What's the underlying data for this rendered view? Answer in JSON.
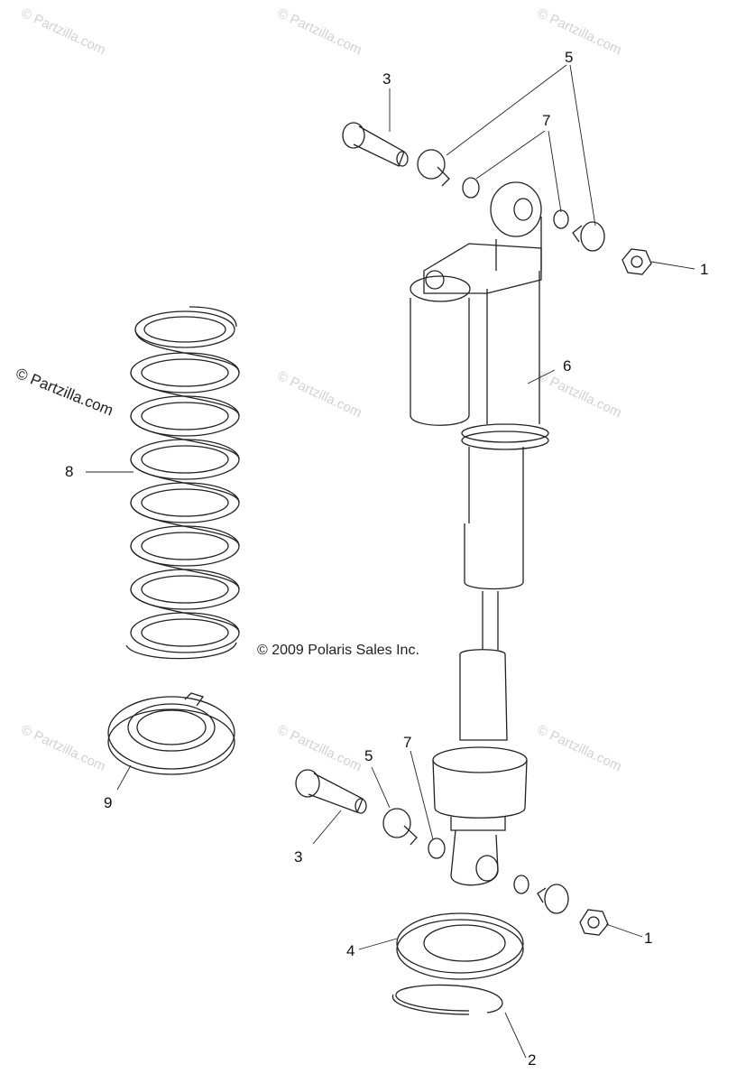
{
  "watermark_small": "© Partzilla.com",
  "watermark_large": "© Partzilla.com",
  "copyright": "© 2009 Polaris Sales Inc.",
  "callouts": {
    "c1a": "1",
    "c1b": "1",
    "c2": "2",
    "c3a": "3",
    "c3b": "3",
    "c4": "4",
    "c5a": "5",
    "c5b": "5",
    "c6": "6",
    "c7a": "7",
    "c7b": "7",
    "c8": "8",
    "c9": "9"
  }
}
